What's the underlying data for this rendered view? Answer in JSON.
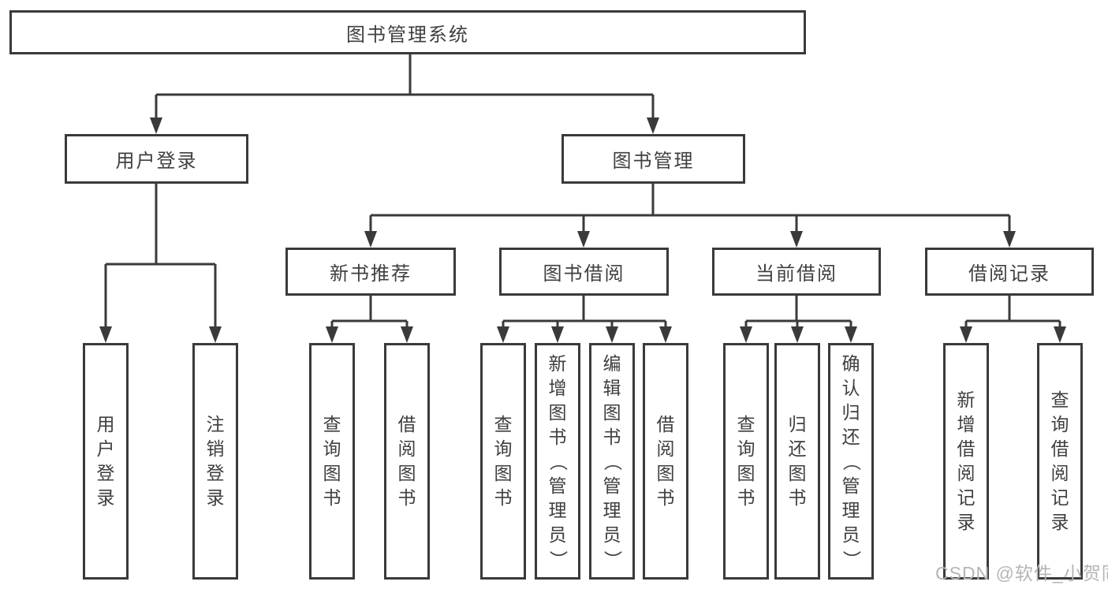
{
  "colors": {
    "line": "#3a3a3c",
    "box_border": "#3a3a3c",
    "text": "#3f3f40",
    "background": "#ffffff",
    "watermark": "#b5b5b5"
  },
  "tree": {
    "label": "图书管理系统",
    "children": [
      {
        "label": "用户登录",
        "children": [
          {
            "label": "用户登录"
          },
          {
            "label": "注销登录"
          }
        ]
      },
      {
        "label": "图书管理",
        "children": [
          {
            "label": "新书推荐",
            "children": [
              {
                "label": "查询图书"
              },
              {
                "label": "借阅图书"
              }
            ]
          },
          {
            "label": "图书借阅",
            "children": [
              {
                "label": "查询图书"
              },
              {
                "label": "新增图书（管理员）"
              },
              {
                "label": "编辑图书（管理员）"
              },
              {
                "label": "借阅图书"
              }
            ]
          },
          {
            "label": "当前借阅",
            "children": [
              {
                "label": "查询图书"
              },
              {
                "label": "归还图书"
              },
              {
                "label": "确认归还（管理员）"
              }
            ]
          },
          {
            "label": "借阅记录",
            "children": [
              {
                "label": "新增借阅记录"
              },
              {
                "label": "查询借阅记录"
              }
            ]
          }
        ]
      }
    ]
  },
  "watermark": {
    "text": "CSDN @软件_小贺同学"
  }
}
